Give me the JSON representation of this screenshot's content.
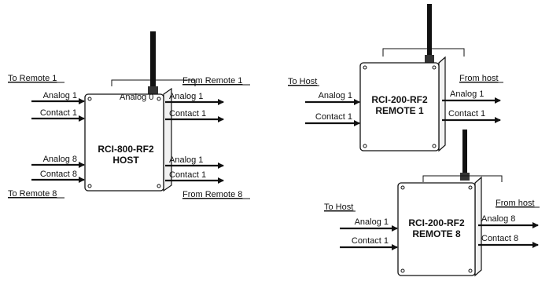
{
  "host": {
    "title_line1": "RCI-800-RF2",
    "title_line2": "HOST",
    "to_remote_1": "To Remote 1",
    "to_remote_8": "To Remote 8",
    "from_remote_1": "From Remote 1",
    "from_remote_8": "From Remote 8",
    "in_analog_1": "Analog 1",
    "in_contact_1": "Contact 1",
    "in_analog_8": "Analog 8",
    "in_contact_8": "Contact 8",
    "antenna_overlap_label": "Analog 0",
    "out_analog_1a": "Analog 1",
    "out_contact_1a": "Contact 1",
    "out_analog_1b": "Analog 1",
    "out_contact_1b": "Contact 1"
  },
  "remote1": {
    "title_line1": "RCI-200-RF2",
    "title_line2": "REMOTE 1",
    "to_host": "To Host",
    "from_host": "From host",
    "in_analog_1": "Analog 1",
    "in_contact_1": "Contact 1",
    "out_analog_1": "Analog 1",
    "out_contact_1": "Contact 1"
  },
  "remote8": {
    "title_line1": "RCI-200-RF2",
    "title_line2": "REMOTE 8",
    "to_host": "To Host",
    "from_host": "From host",
    "in_analog_1": "Analog 1",
    "in_contact_1": "Contact 1",
    "out_analog_8": "Analog 8",
    "out_contact_8": "Contact 8"
  }
}
